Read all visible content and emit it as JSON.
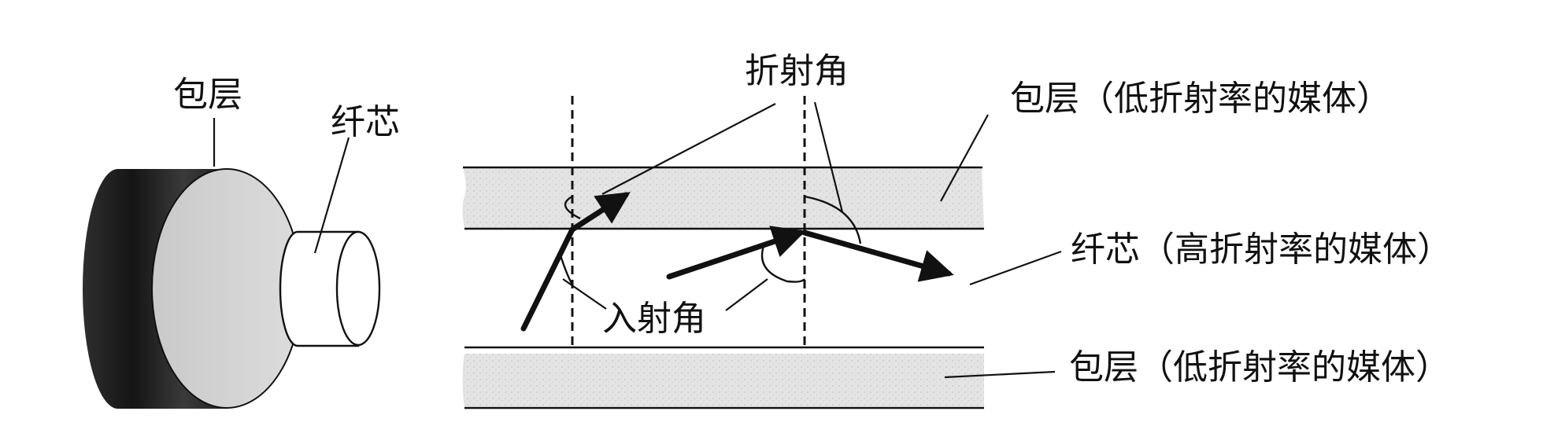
{
  "labels": {
    "left_cladding": "包层",
    "left_core": "纤芯",
    "refraction_angle": "折射角",
    "incidence_angle": "入射角",
    "cladding_top": "包层（低折射率的媒体）",
    "core": "纤芯（高折射率的媒体）",
    "cladding_bottom": "包层（低折射率的媒体）"
  },
  "colors": {
    "ink": "#111111",
    "cladding_outer": "#2a2a2a",
    "cladding_fill": "#e2e2e2",
    "core_fill": "#ffffff"
  }
}
